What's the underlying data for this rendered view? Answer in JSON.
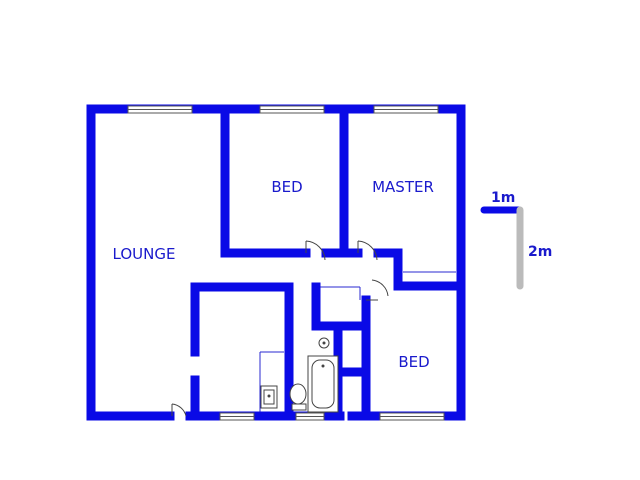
{
  "rooms": {
    "lounge": "LOUNGE",
    "bed1": "BED",
    "master": "MASTER",
    "bed2": "BED"
  },
  "scale": {
    "horizontal": "1m",
    "vertical": "2m"
  },
  "colors": {
    "wall": "#0a0ae6",
    "label": "#1a1acc",
    "scale_h": "#0a0ae6",
    "scale_v": "#bbbbbb"
  }
}
